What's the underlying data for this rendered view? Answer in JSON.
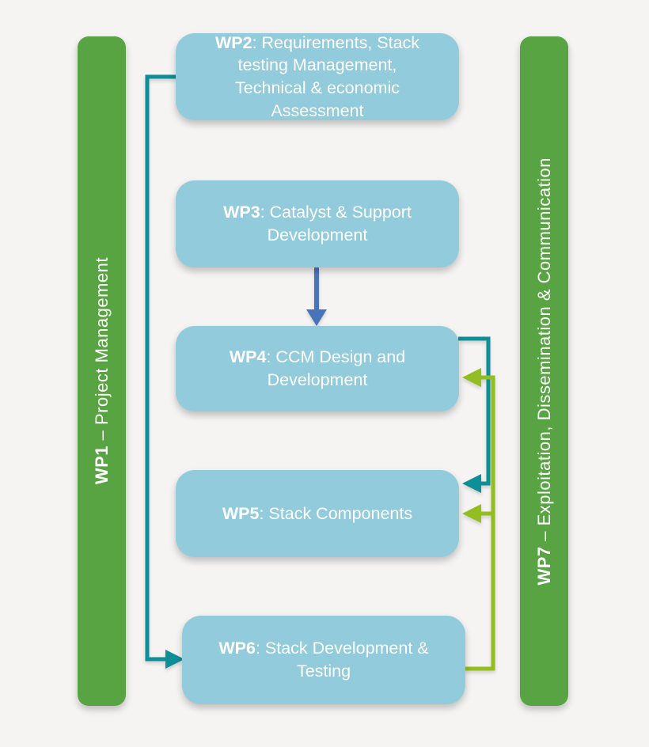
{
  "colors": {
    "background": "#f5f4f2",
    "bar-green": "#58a442",
    "box-blue": "#92cbdc",
    "teal": "#0e8e97",
    "lime": "#92bf1f",
    "arrow-blue": "#4a74ba",
    "text": "#ffffff"
  },
  "bars": {
    "wp1": {
      "bold": "WP1",
      "rest": " – Project Management"
    },
    "wp7": {
      "bold": "WP7",
      "rest": " – Exploitation, Dissemination & Communication"
    }
  },
  "boxes": [
    {
      "id": "WP2",
      "bold": "WP2",
      "rest": ": Requirements, Stack testing Management, Technical & economic Assessment"
    },
    {
      "id": "WP3",
      "bold": "WP3",
      "rest": ": Catalyst & Support Development"
    },
    {
      "id": "WP4",
      "bold": "WP4",
      "rest": ": CCM Design and Development"
    },
    {
      "id": "WP5",
      "bold": "WP5",
      "rest": ": Stack Components"
    },
    {
      "id": "WP6",
      "bold": "WP6",
      "rest": ": Stack Development & Testing"
    }
  ],
  "edges": [
    {
      "from": "WP2",
      "to": "WP6",
      "color": "teal",
      "style": "elbow-left-side"
    },
    {
      "from": "WP3",
      "to": "WP4",
      "color": "arrow-blue",
      "style": "straight-down"
    },
    {
      "from": "WP4",
      "to": "WP5",
      "color": "teal",
      "style": "elbow-right-side"
    },
    {
      "from": "WP6",
      "to": "WP4",
      "color": "lime",
      "style": "elbow-right-side"
    },
    {
      "from": "WP6",
      "to": "WP5",
      "color": "lime",
      "style": "elbow-right-side-branch"
    }
  ]
}
